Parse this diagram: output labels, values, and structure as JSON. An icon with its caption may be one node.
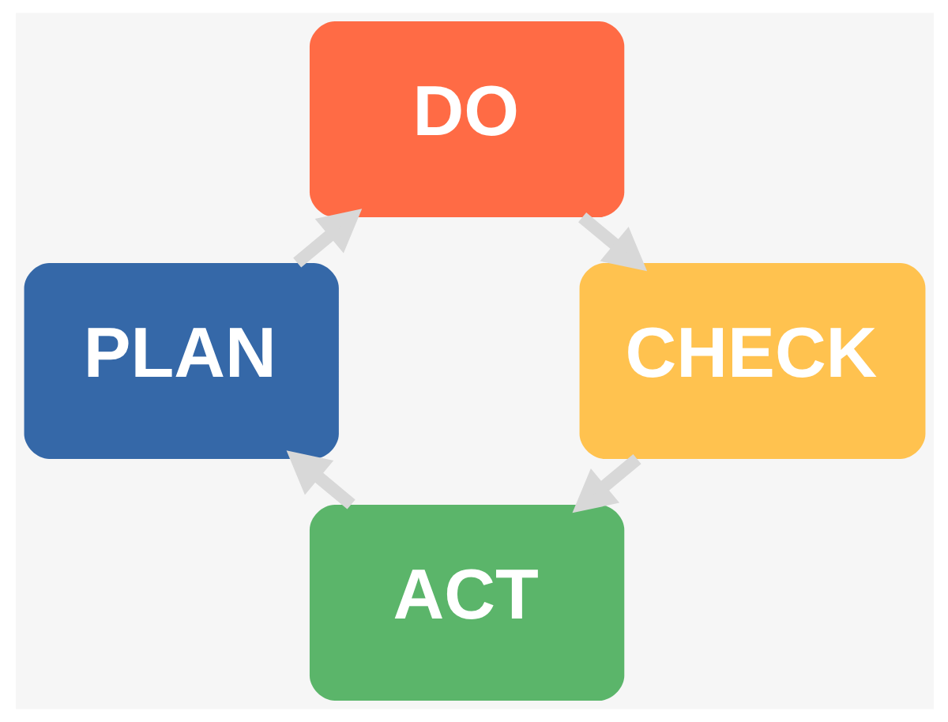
{
  "diagram": {
    "nodes": [
      {
        "text": [
          "DO"
        ]
      },
      {
        "text": [
          "PLAN"
        ]
      },
      {
        "text": [
          "CHECK"
        ]
      },
      {
        "text": [
          "ACT"
        ]
      }
    ],
    "edges": [
      {
        "from": 1,
        "to": 0,
        "arrow": "to"
      },
      {
        "from": 0,
        "to": 2,
        "arrow": "to"
      },
      {
        "from": 2,
        "to": 3,
        "arrow": "to"
      },
      {
        "from": 3,
        "to": 1,
        "arrow": "to"
      }
    ]
  }
}
